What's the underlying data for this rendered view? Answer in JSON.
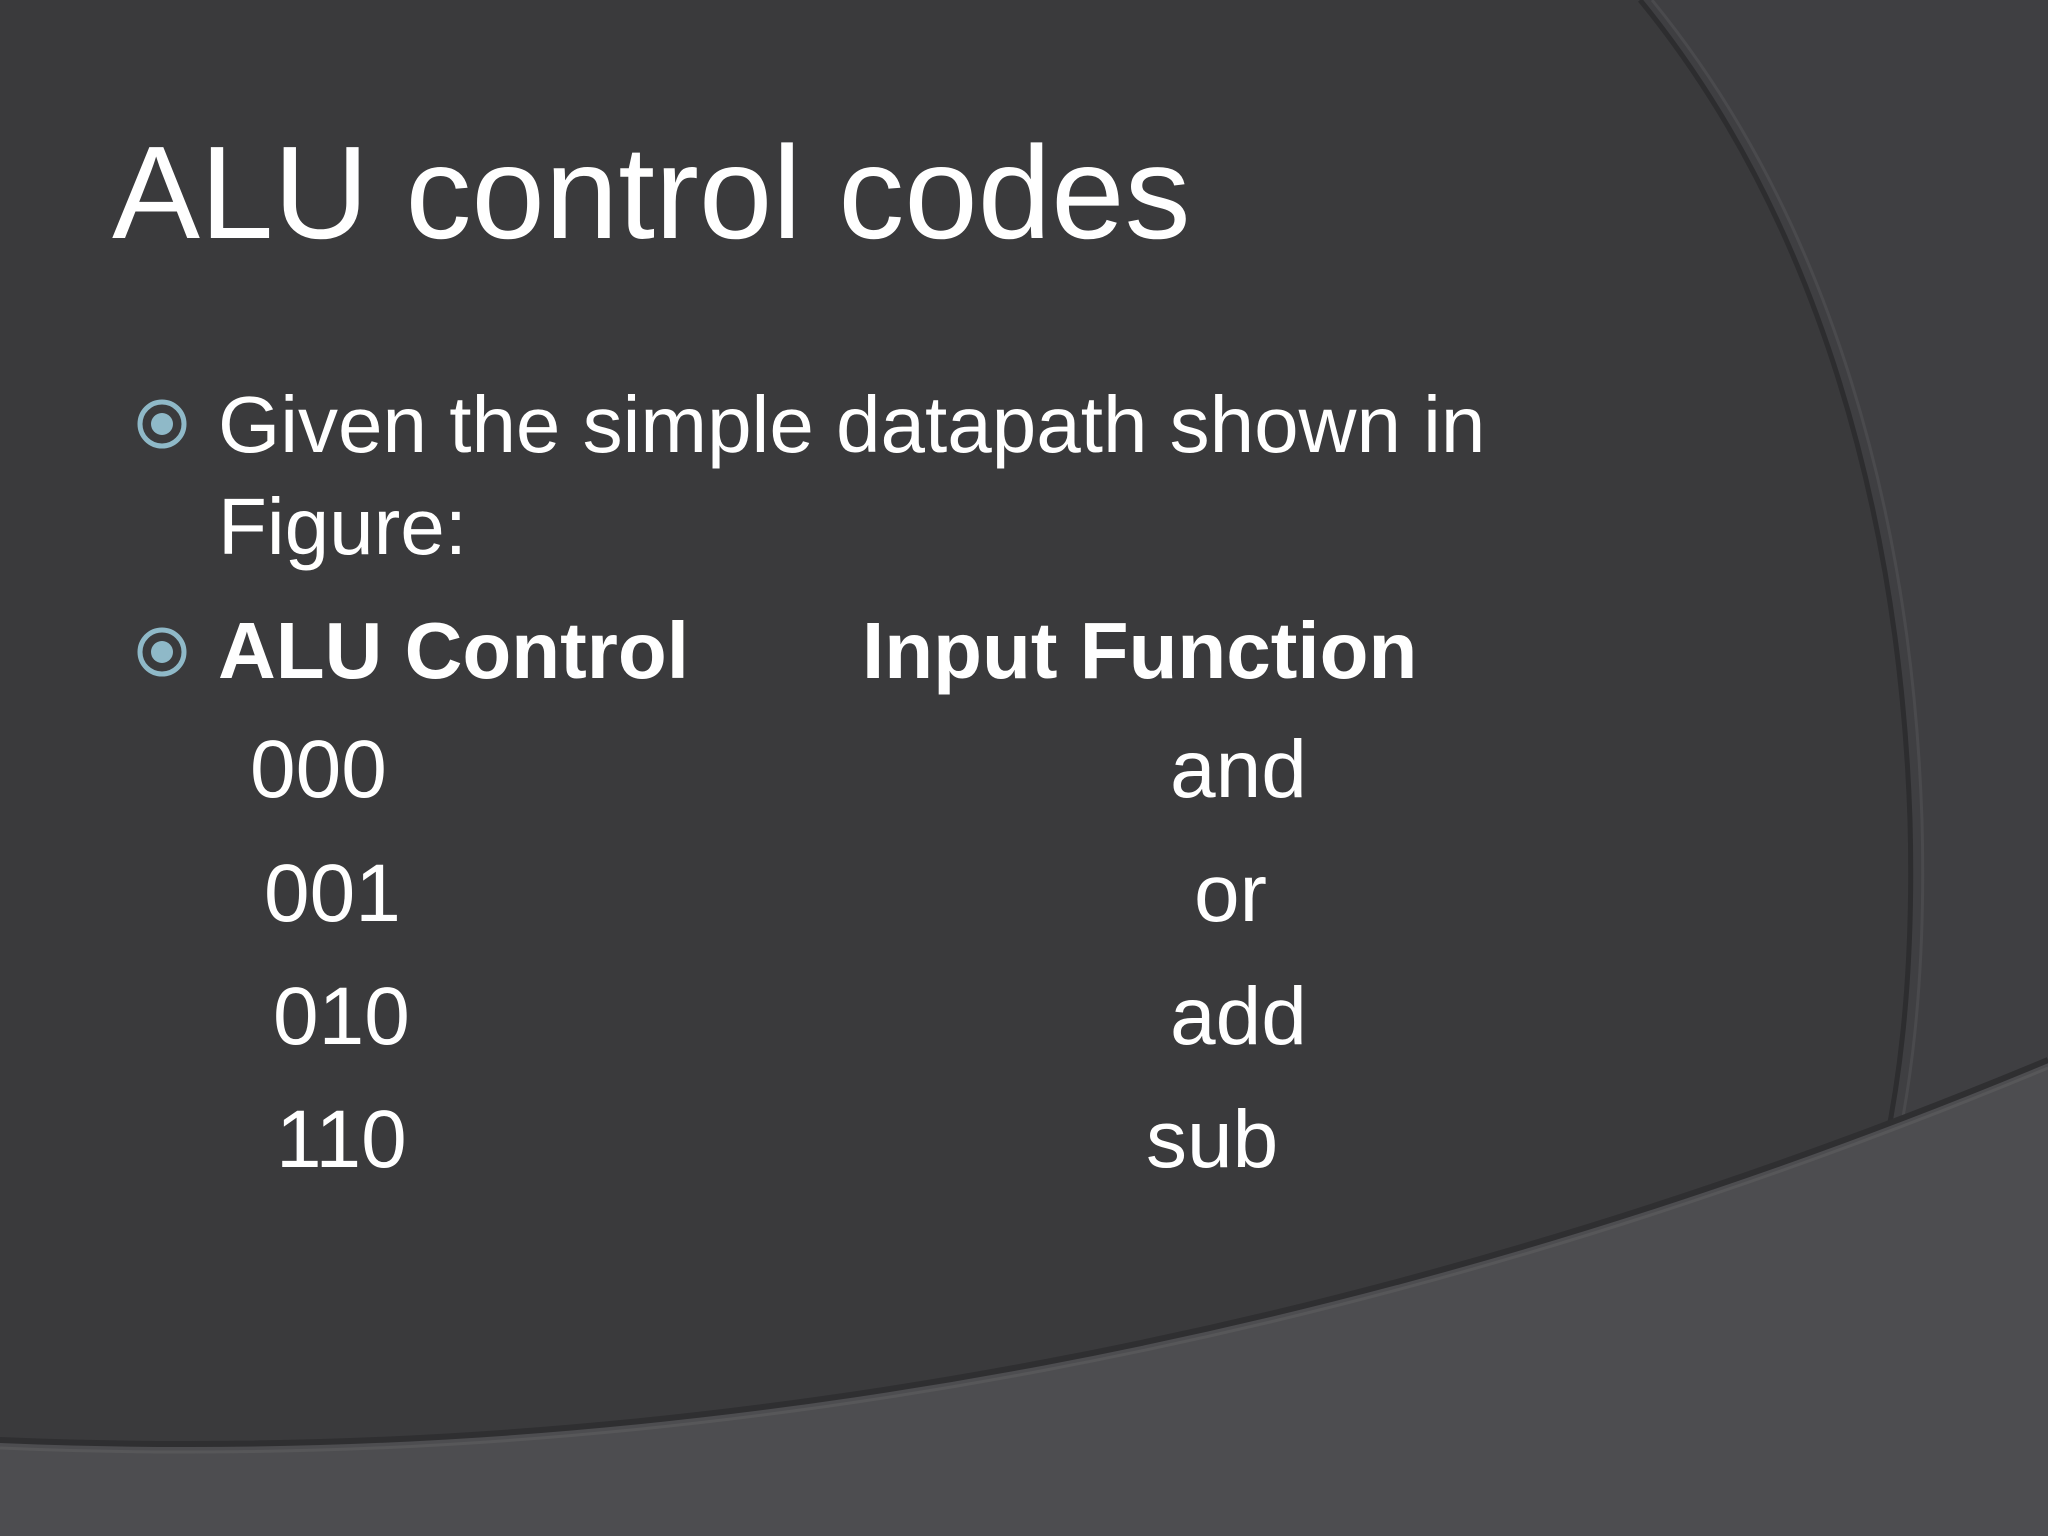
{
  "slide": {
    "title": "ALU control codes",
    "bullets": [
      {
        "line1": "Given the simple datapath shown in",
        "line2": "Figure:"
      },
      {
        "col1": "ALU Control",
        "col2": "Input Function"
      }
    ],
    "table": {
      "rows": [
        {
          "code": "000",
          "function": "and"
        },
        {
          "code": "001",
          "function": "or"
        },
        {
          "code": "010",
          "function": "add"
        },
        {
          "code": "110",
          "function": "sub"
        }
      ]
    },
    "colors": {
      "background": "#3a3a3c",
      "bottom_band": "#4d4d50",
      "bullet_accent": "#8fb9c8",
      "text": "#ffffff"
    }
  }
}
